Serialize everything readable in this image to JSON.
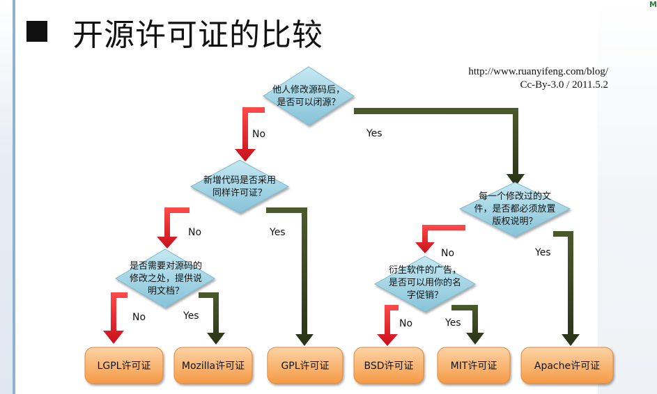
{
  "slide": {
    "title": "开源许可证的比较",
    "corner_mark": "M"
  },
  "credit": {
    "line1": "http://www.ruanyifeng.com/blog/",
    "line2": "Cc-By-3.0 / 2011.5.2"
  },
  "decisions": {
    "d1": [
      "他人修改源码后，",
      "是否可以闭源？"
    ],
    "d2": [
      "新增代码是否采用",
      "同样许可证？"
    ],
    "d3": [
      "是否需要对源码的",
      "修改之处，提供说",
      "明文档？"
    ],
    "d4": [
      "每一个修改过的文",
      "件，是否都必须放置",
      "版权说明？"
    ],
    "d5": [
      "衍生软件的广告，",
      "是否可以用你的名",
      "字促销？"
    ]
  },
  "branch_labels": {
    "d1_no": "No",
    "d1_yes": "Yes",
    "d2_no": "No",
    "d2_yes": "Yes",
    "d3_no": "No",
    "d3_yes": "Yes",
    "d4_no": "No",
    "d4_yes": "Yes",
    "d5_no": "No",
    "d5_yes": "Yes"
  },
  "licenses": {
    "lgpl": "LGPL许可证",
    "mozilla": "Mozilla许可证",
    "gpl": "GPL许可证",
    "bsd": "BSD许可证",
    "mit": "MIT许可证",
    "apache": "Apache许可证"
  },
  "colors": {
    "no_arrow": "#d8121b",
    "yes_arrow": "#2f3a1c",
    "diamond": "#9fd3e3",
    "box": "#f7b168"
  }
}
